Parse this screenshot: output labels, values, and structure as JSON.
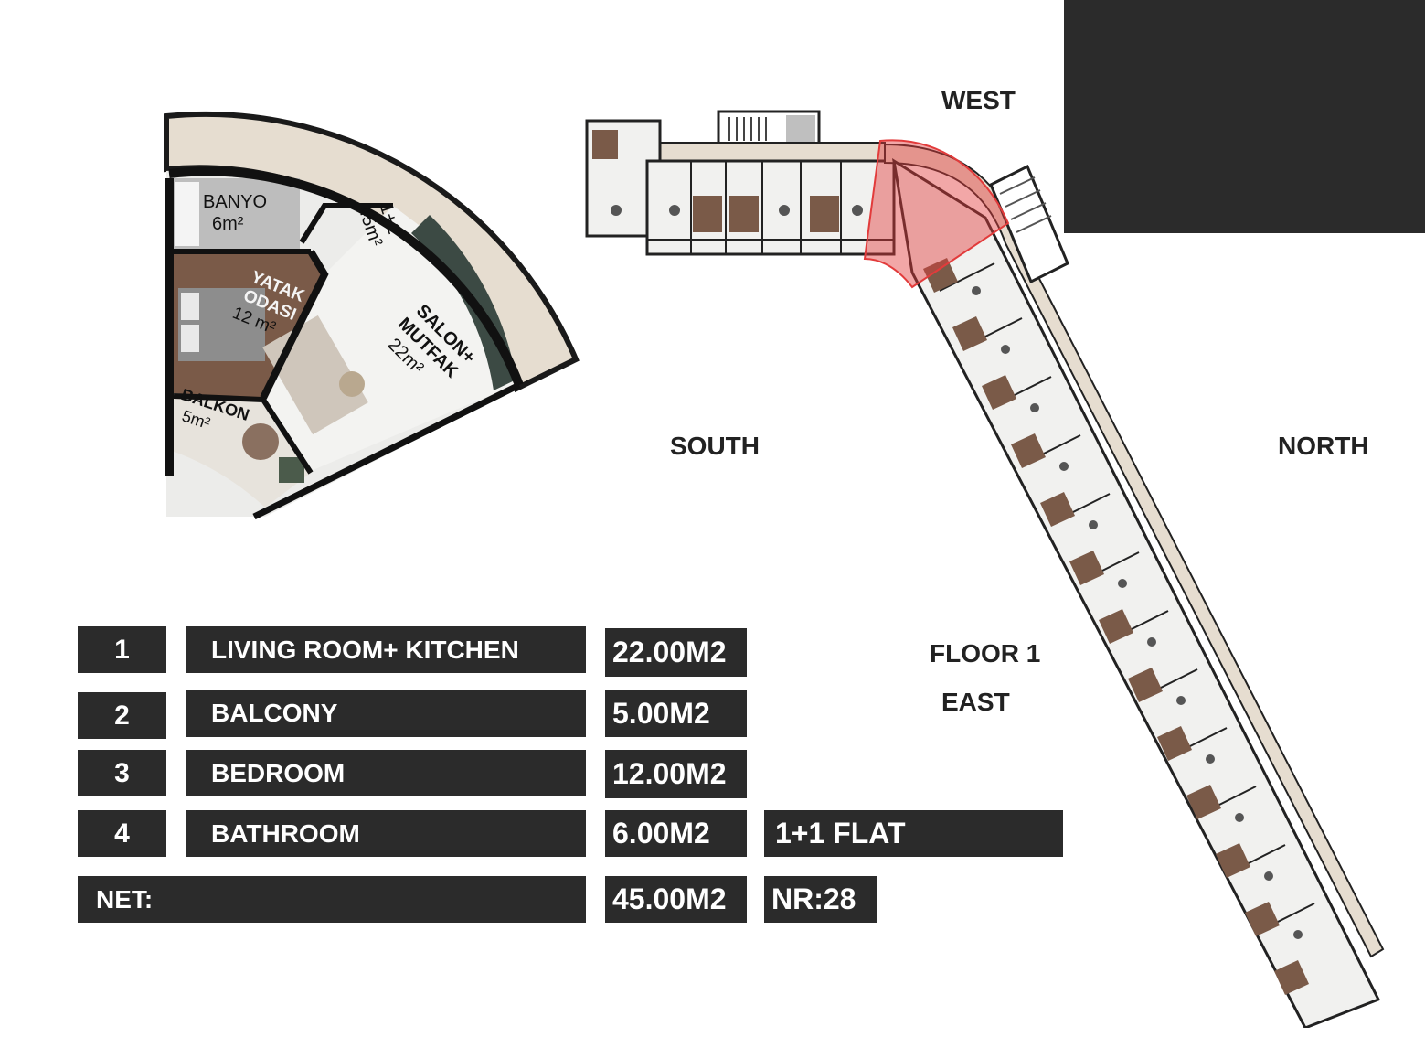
{
  "compass": {
    "west": "WEST",
    "south": "SOUTH",
    "north": "NORTH",
    "east": "EAST"
  },
  "floor_label": "FLOOR 1",
  "rooms": [
    {
      "num": "1",
      "label": "LIVING ROOM+ KITCHEN",
      "area": "22.00M2"
    },
    {
      "num": "2",
      "label": "BALCONY",
      "area": "5.00M2"
    },
    {
      "num": "3",
      "label": "BEDROOM",
      "area": "12.00M2"
    },
    {
      "num": "4",
      "label": "BATHROOM",
      "area": "6.00M2"
    }
  ],
  "net": {
    "label": "NET:",
    "area": "45.00M2"
  },
  "flat_type": "1+1 FLAT",
  "flat_number": "NR:28",
  "detail_plan": {
    "banyo": "BANYO",
    "banyo_area": "6m²",
    "yatak": "YATAK",
    "odasi": "ODASI",
    "yatak_area": "12 m²",
    "salon": "SALON+",
    "mutfak": "MUTFAK",
    "salon_area": "22m²",
    "balkon": "BALKON",
    "balkon_area": "5m²",
    "flat_type": "1+1",
    "flat_area": "45m²"
  },
  "colors": {
    "panel": "#2b2b2b",
    "highlight": "#e23b3b"
  }
}
